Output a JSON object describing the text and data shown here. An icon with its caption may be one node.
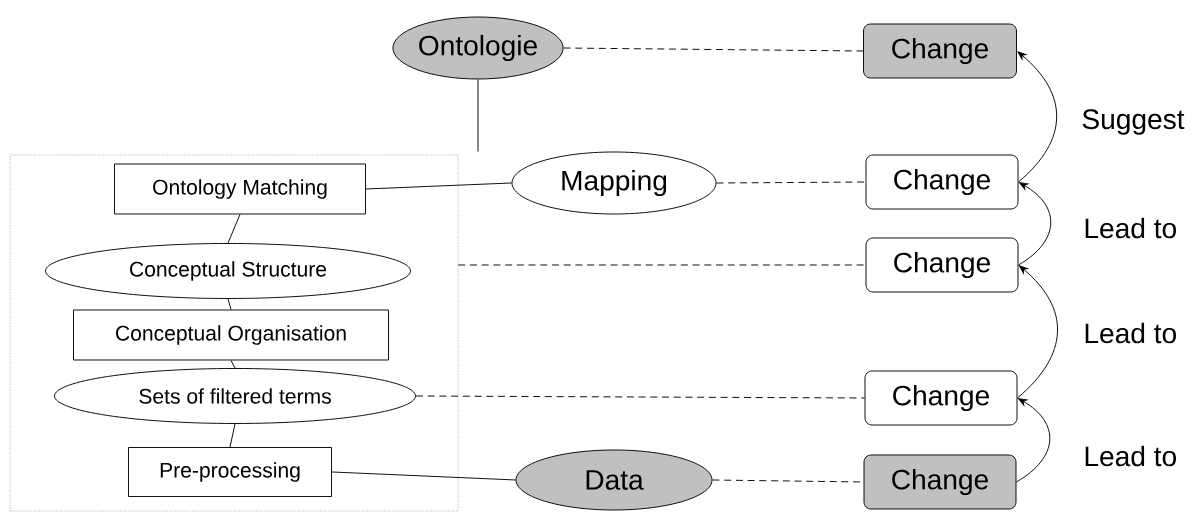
{
  "diagram": {
    "nodes": [
      {
        "text": [
          "Ontologie"
        ]
      },
      {
        "text": [
          "Change"
        ]
      },
      {
        "text": [],
        "shape": "box"
      },
      {
        "text": [
          "Ontology Matching"
        ],
        "in": 2
      },
      {
        "text": [
          "Conceptual Structure"
        ],
        "in": 2
      },
      {
        "text": [
          "Conceptual Organisation"
        ],
        "in": 2
      },
      {
        "text": [
          "Sets of filtered terms"
        ],
        "in": 2
      },
      {
        "text": [
          "Pre-processing"
        ],
        "in": 2
      },
      {
        "text": [
          "Mapping"
        ]
      },
      {
        "text": [
          "Change"
        ]
      },
      {
        "text": [
          "Change"
        ]
      },
      {
        "text": [
          "Change"
        ]
      },
      {
        "text": [
          "Data"
        ]
      },
      {
        "text": [
          "Change"
        ]
      }
    ],
    "edges": [
      {
        "from": 0,
        "to": 1,
        "arrow": "none",
        "style": "dashed"
      },
      {
        "from": 0,
        "to": 8,
        "arrow": "none"
      },
      {
        "from": 3,
        "to": 8,
        "arrow": "none"
      },
      {
        "from": 8,
        "to": 9,
        "arrow": "none",
        "style": "dashed"
      },
      {
        "from": 3,
        "to": 4,
        "arrow": "none"
      },
      {
        "from": 4,
        "to": 5,
        "arrow": "none"
      },
      {
        "from": 5,
        "to": 6,
        "arrow": "none"
      },
      {
        "from": 6,
        "to": 7,
        "arrow": "none"
      },
      {
        "from": 7,
        "to": 12,
        "arrow": "none"
      },
      {
        "from": 2,
        "to": 10,
        "arrow": "none",
        "style": "dashed"
      },
      {
        "from": 6,
        "to": 11,
        "arrow": "none",
        "style": "dashed"
      },
      {
        "from": 12,
        "to": 13,
        "arrow": "none",
        "style": "dashed"
      },
      {
        "from": 9,
        "to": 1,
        "arrow": "to",
        "label": "Suggest"
      },
      {
        "from": 10,
        "to": 9,
        "arrow": "to",
        "label": "Lead to"
      },
      {
        "from": 11,
        "to": 10,
        "arrow": "to",
        "label": "Lead to"
      },
      {
        "from": 13,
        "to": 11,
        "arrow": "to",
        "label": "Lead to"
      }
    ]
  }
}
